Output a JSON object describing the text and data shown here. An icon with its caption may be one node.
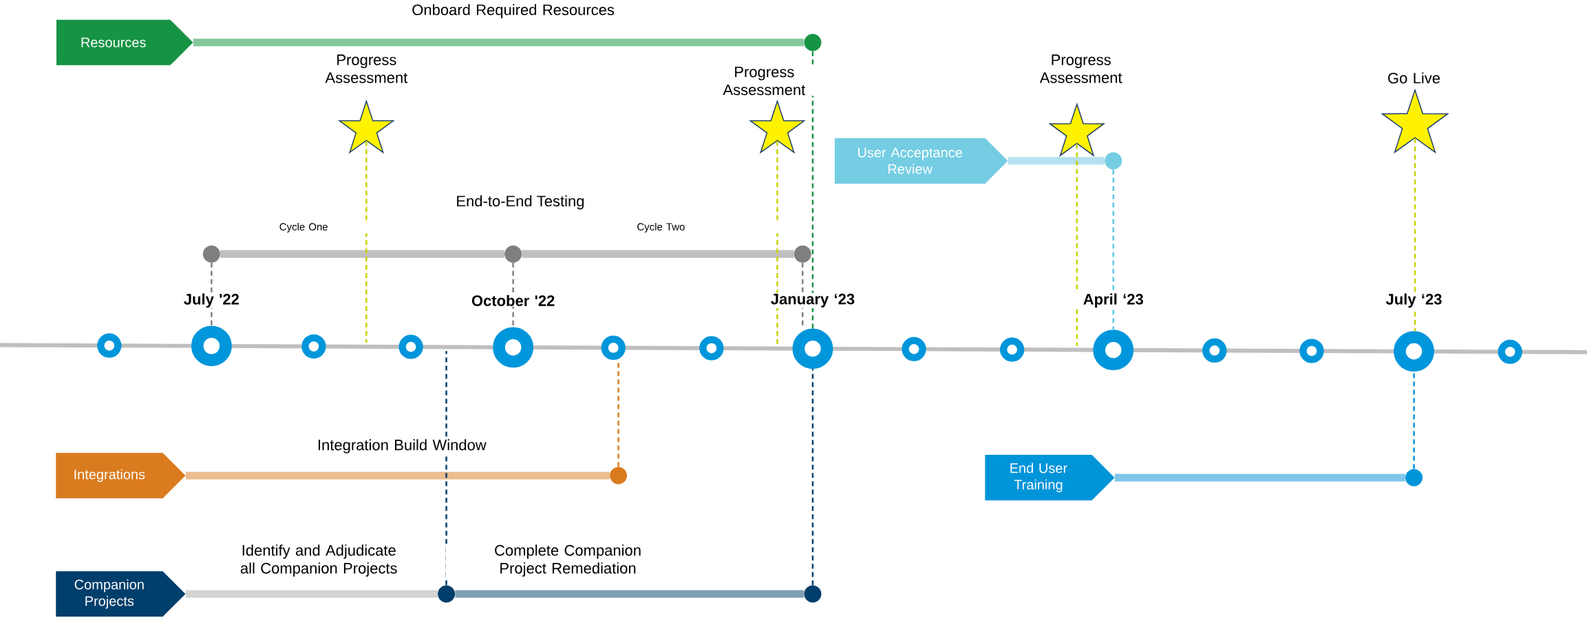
{
  "diagram": {
    "nodes": [
      {
        "text": [
          "Resources"
        ]
      },
      {
        "text": [
          "User Acceptance Review"
        ]
      },
      {
        "text": [
          "Integrations"
        ]
      },
      {
        "text": [
          "End User Training"
        ]
      },
      {
        "text": [
          "Companion Projects"
        ]
      },
      {
        "text": [],
        "shape": "star",
        "beside": [
          "Progress Assessment"
        ]
      },
      {
        "text": [],
        "shape": "star",
        "beside": [
          "Progress Assessment"
        ]
      },
      {
        "text": [],
        "shape": "star",
        "beside": [
          "Progress Assessment"
        ]
      },
      {
        "text": [],
        "shape": "star",
        "beside": [
          "Go Live"
        ]
      },
      {
        "text": [],
        "shape": "circle"
      },
      {
        "text": [],
        "shape": "circle"
      },
      {
        "text": [],
        "shape": "circle"
      },
      {
        "text": [],
        "shape": "circle"
      },
      {
        "text": [],
        "shape": "circle"
      },
      {
        "text": [],
        "shape": "circle"
      },
      {
        "text": [],
        "shape": "circle"
      },
      {
        "text": [],
        "shape": "circle"
      },
      {
        "text": [],
        "shape": "circle"
      },
      {
        "text": [],
        "shape": "circle"
      },
      {
        "text": [],
        "shape": "circle",
        "beside": [
          "July '22"
        ]
      },
      {
        "text": [],
        "shape": "circle"
      },
      {
        "text": [],
        "shape": "circle"
      },
      {
        "text": [],
        "shape": "circle",
        "beside": [
          "October '22"
        ]
      },
      {
        "text": [],
        "shape": "circle"
      },
      {
        "text": [],
        "shape": "circle"
      },
      {
        "text": [],
        "shape": "circle",
        "beside": [
          "January ‘23"
        ]
      },
      {
        "text": [],
        "shape": "circle"
      },
      {
        "text": [],
        "shape": "circle"
      },
      {
        "text": [],
        "shape": "circle",
        "beside": [
          "April ‘23"
        ]
      },
      {
        "text": [],
        "shape": "circle"
      },
      {
        "text": [],
        "shape": "circle"
      },
      {
        "text": [],
        "shape": "circle",
        "beside": [
          "July ‘23"
        ]
      },
      {
        "text": [],
        "shape": "circle"
      }
    ],
    "edges": [
      {
        "from": 0,
        "to": 9,
        "arrow": "none",
        "label": "Onboard Required Resources",
        "style": "thick",
        "color": "#85c79d"
      },
      {
        "from": 1,
        "to": 10,
        "arrow": "none",
        "style": "thick",
        "color": "#b4e2ef"
      },
      {
        "from": 11,
        "to": 12,
        "arrow": "none",
        "label": "Cycle One",
        "style": "thick",
        "color": "#bfbfbf"
      },
      {
        "from": 12,
        "to": 13,
        "arrow": "none",
        "label": "Cycle Two",
        "style": "thick",
        "color": "#bfbfbf"
      },
      {
        "from": 2,
        "to": 14,
        "arrow": "none",
        "label": "Integration Build Window",
        "style": "thick",
        "color": "#ecbd8d"
      },
      {
        "from": 3,
        "to": 15,
        "arrow": "none",
        "style": "thick",
        "color": "#7fc6ea"
      },
      {
        "from": 4,
        "to": 16,
        "arrow": "none",
        "label": "Identify and Adjudicate all Companion Projects",
        "style": "thick",
        "color": "#d3d3d3"
      },
      {
        "from": 16,
        "to": 17,
        "arrow": "none",
        "label": "Complete Companion Project Remediation",
        "style": "thick",
        "color": "#7f9fb5"
      },
      {
        "from": 11,
        "to": 19,
        "arrow": "none",
        "style": "dashed",
        "color": "#7f7f7f"
      },
      {
        "from": 12,
        "to": 22,
        "arrow": "none",
        "style": "dashed",
        "color": "#7f7f7f"
      },
      {
        "from": 13,
        "to": 25,
        "arrow": "none",
        "style": "dashed",
        "color": "#7f7f7f"
      },
      {
        "from": 9,
        "to": 25,
        "arrow": "none",
        "style": "dashed",
        "color": "#179344"
      },
      {
        "from": 5,
        "to": null,
        "arrow": "none",
        "style": "dashed",
        "color": "#c8d400"
      },
      {
        "from": 6,
        "to": null,
        "arrow": "none",
        "style": "dashed",
        "color": "#c8d400"
      },
      {
        "from": 7,
        "to": null,
        "arrow": "none",
        "style": "dashed",
        "color": "#c8d400"
      },
      {
        "from": 8,
        "to": 31,
        "arrow": "none",
        "style": "dashed",
        "color": "#c8d400"
      },
      {
        "from": 10,
        "to": 28,
        "arrow": "none",
        "style": "dashed",
        "color": "#5bc8e0"
      },
      {
        "from": 14,
        "to": 23,
        "arrow": "none",
        "style": "dashed",
        "color": "#d97b1e"
      },
      {
        "from": 15,
        "to": 31,
        "arrow": "none",
        "style": "dashed",
        "color": "#0094d9"
      },
      {
        "from": 16,
        "to": null,
        "arrow": "none",
        "style": "dashed",
        "color": "#003e6b"
      },
      {
        "from": 17,
        "to": 25,
        "arrow": "none",
        "style": "dashed",
        "color": "#003e6b"
      }
    ],
    "labels": [
      "End-to-End Testing"
    ]
  }
}
